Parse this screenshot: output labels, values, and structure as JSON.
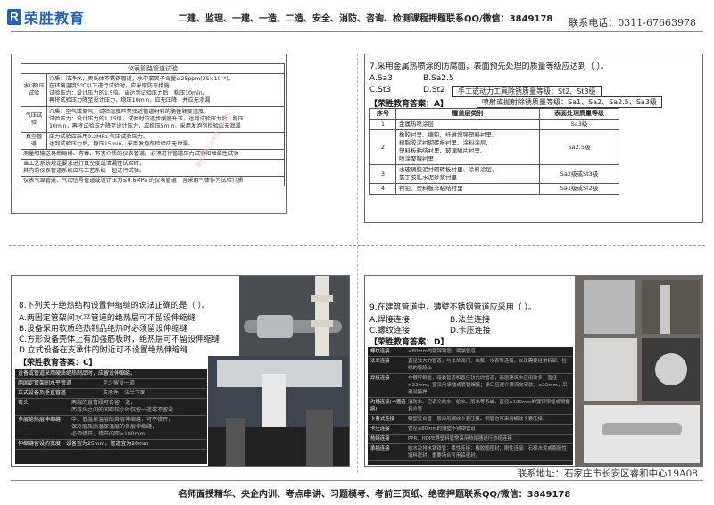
{
  "header": {
    "logo_text": "荣胜教育",
    "center_text": "二建、监理、一建、一造、二造、安全、消防、咨询、检测课程押题联系QQ/微信：3849178",
    "phone": "联系电话：0311-67663978"
  },
  "panel1": {
    "caption": "仪表管路管道试验",
    "rows": [
      {
        "label": "水(液)压试验",
        "text": "介质：洁净水，奥氏体不锈钢管道，水中氯离子含量≤25ppm(25×10⁻⁶)。\n在环境温度5℃以下进行试验时，应采取防冻措施。\n试验压力：设计压力的1.5倍。当达到试验压力后，稳压10min，\n再将试验压力降至设计压力，稳压10min，应无压降，并应无渗漏"
      },
      {
        "label": "气压试验",
        "text": "介质：空气或氮气，试验温度严禁接近管道材料的脆性转变温度。\n试验压力：设计压力的1.15倍，试验时应逐步缓慢升压，达到试验压力后，稳压\n10min，再将试验压力降至设计压力，应稳压5min，采用发泡剂检验应无泄漏"
      },
      {
        "label": "真空管道",
        "text": "压力试验应采用0.2MPa 气压试验压力。\n达到试验压力后，稳压15min，采用发泡剂检验应无泄漏。"
      }
    ],
    "notes": [
      "测量和输送易燃易爆、有毒、有害介质的仪表管道，必须进行管道压力试验和泄漏性试验",
      "当工艺系统规定要求进行真空度或泄漏性试验时，\n其内的仪表管道系统应与工艺系统一起进行试验。",
      "仪表气源管道、气动信号管道或设计压力≤0.6MPa 的仪表管道，宜采用气体作为试验介质"
    ]
  },
  "panel2": {
    "question": "7.采用金属热喷涂的防腐面，表面预先处理的质量等级应达到（  ）。",
    "options": [
      "A.Sa3",
      "B.Sa2.5",
      "C.St3",
      "D.St2"
    ],
    "answer": "【荣胜教育答案：A】",
    "box1": "手工或动力工具除锈质量等级：St2、St3级",
    "box2": "喷射或抛射除锈质量等级：Sa1、Sa2、Sa2.5、Sa3级",
    "table": {
      "headers": [
        "序号",
        "覆盖层类别",
        "表面处理质量等级"
      ],
      "rows": [
        [
          "1",
          "金属热喷涂层",
          "Sa3级"
        ],
        [
          "2",
          "橡胶衬里、搪铅、纤维增强塑料衬里、\n树脂胶泥衬砌砖板衬里、涂料涂层、\n塑料板粘结衬里、玻璃鳞片衬里、\n喷涂聚脲衬里",
          "Sa2.5级"
        ],
        [
          "3",
          "水玻璃胶泥衬砌砖板衬里、涂料涂层、\n氯丁胶乳水泥砂浆衬里",
          "Sa2级或St3级"
        ],
        [
          "4",
          "衬铅、塑料板非粘结衬里",
          "Sa1级或St2级"
        ]
      ]
    }
  },
  "panel3": {
    "question": "8.下列关于绝热结构设置伸缩缝的说法正确的是（  ）。",
    "options": [
      "A.两固定管架间水平管道的绝热层可不留设伸缩缝",
      "B.设备采用软质绝热制品绝热时必须留设伸缩缝",
      "C.方形设备壳体上有加强筋板时，绝热层可不留设伸缩缝",
      "D.立式设备在支承件的附近可不设置绝热伸缩缝"
    ],
    "answer": "【荣胜教育答案：C】",
    "dark_rows": [
      {
        "k": "设备或管道采用硬质绝热制品时，应留设伸缩缝。",
        "v": ""
      },
      {
        "k": "两固定管架间水平管道",
        "v": "至少留设一道"
      },
      {
        "k": "立式设备及垂直管道",
        "v": "支承件、法兰下面"
      },
      {
        "k": "弯头",
        "v": "两端的直管段可各留一道，\n两弯头之间的间距较小时仅留一道或不留设"
      },
      {
        "k": "多层绝热层伸缩缝",
        "v": "中、低温保温层的各层伸缩缝，可不错开，\n保冷层及高温保温层的各层伸缩缝，\n必须错开，错开间距≥100mm"
      },
      {
        "k": "伸缩缝留设的宽度，设备宜为25mm，管道宜为20mm",
        "v": ""
      }
    ]
  },
  "panel4": {
    "question": "9.在建筑管道中，薄壁不锈钢管道应采用（  ）。",
    "options": [
      "A.焊接连接",
      "B.法兰连接",
      "C.螺纹连接",
      "D.卡压连接"
    ],
    "answer": "【荣胜教育答案：D】",
    "dark_rows": [
      {
        "k": "螺纹连接",
        "v": "≤80mm的镀锌钢管，明装管道"
      },
      {
        "k": "法兰连接",
        "v": "直径较大的管道，与法兰阀门、水泵、水表等连接，以及需要经常拆卸、检修的管段上"
      },
      {
        "k": "焊接连接",
        "v": "非镀锌钢管，暗装管道和直径较大的管道，高层建筑中应用较多；管径>22mm，宜采用承插或套管焊接；承口应迎介质流向安装，≤22mm，采用对接焊"
      },
      {
        "k": "沟槽连接(卡箍连接)",
        "v": "消防水、空调冷热水、给水、雨水等系统，直径≥100mm的镀锌钢管或钢塑复合管"
      },
      {
        "k": "卡套式连接",
        "v": "铝塑复合管一般采用螺纹卡套压接。铜管也可采用螺纹卡套压接。"
      },
      {
        "k": "卡压连接",
        "v": "管径≤80mm的薄壁不锈钢管道"
      },
      {
        "k": "热熔连接",
        "v": "PPR、HDPE等塑料管常采用热熔器进行热熔连接"
      },
      {
        "k": "承插连接",
        "v": "给水及排水铸铁管：柔性连接：橡胶圈密封；刚性连接：石棉水泥或膨胀性填料密封，重要场合可用铅密封。"
      }
    ]
  },
  "footer": {
    "left_text": "名师面授精华、央企内训、考点串讲、习题模考、考前三页纸、绝密押题联系QQ/微信：3849178",
    "address": "联系地址：石家庄市长安区睿和中心19A08"
  },
  "watermark": "荣胜教育QQ微信3849178"
}
